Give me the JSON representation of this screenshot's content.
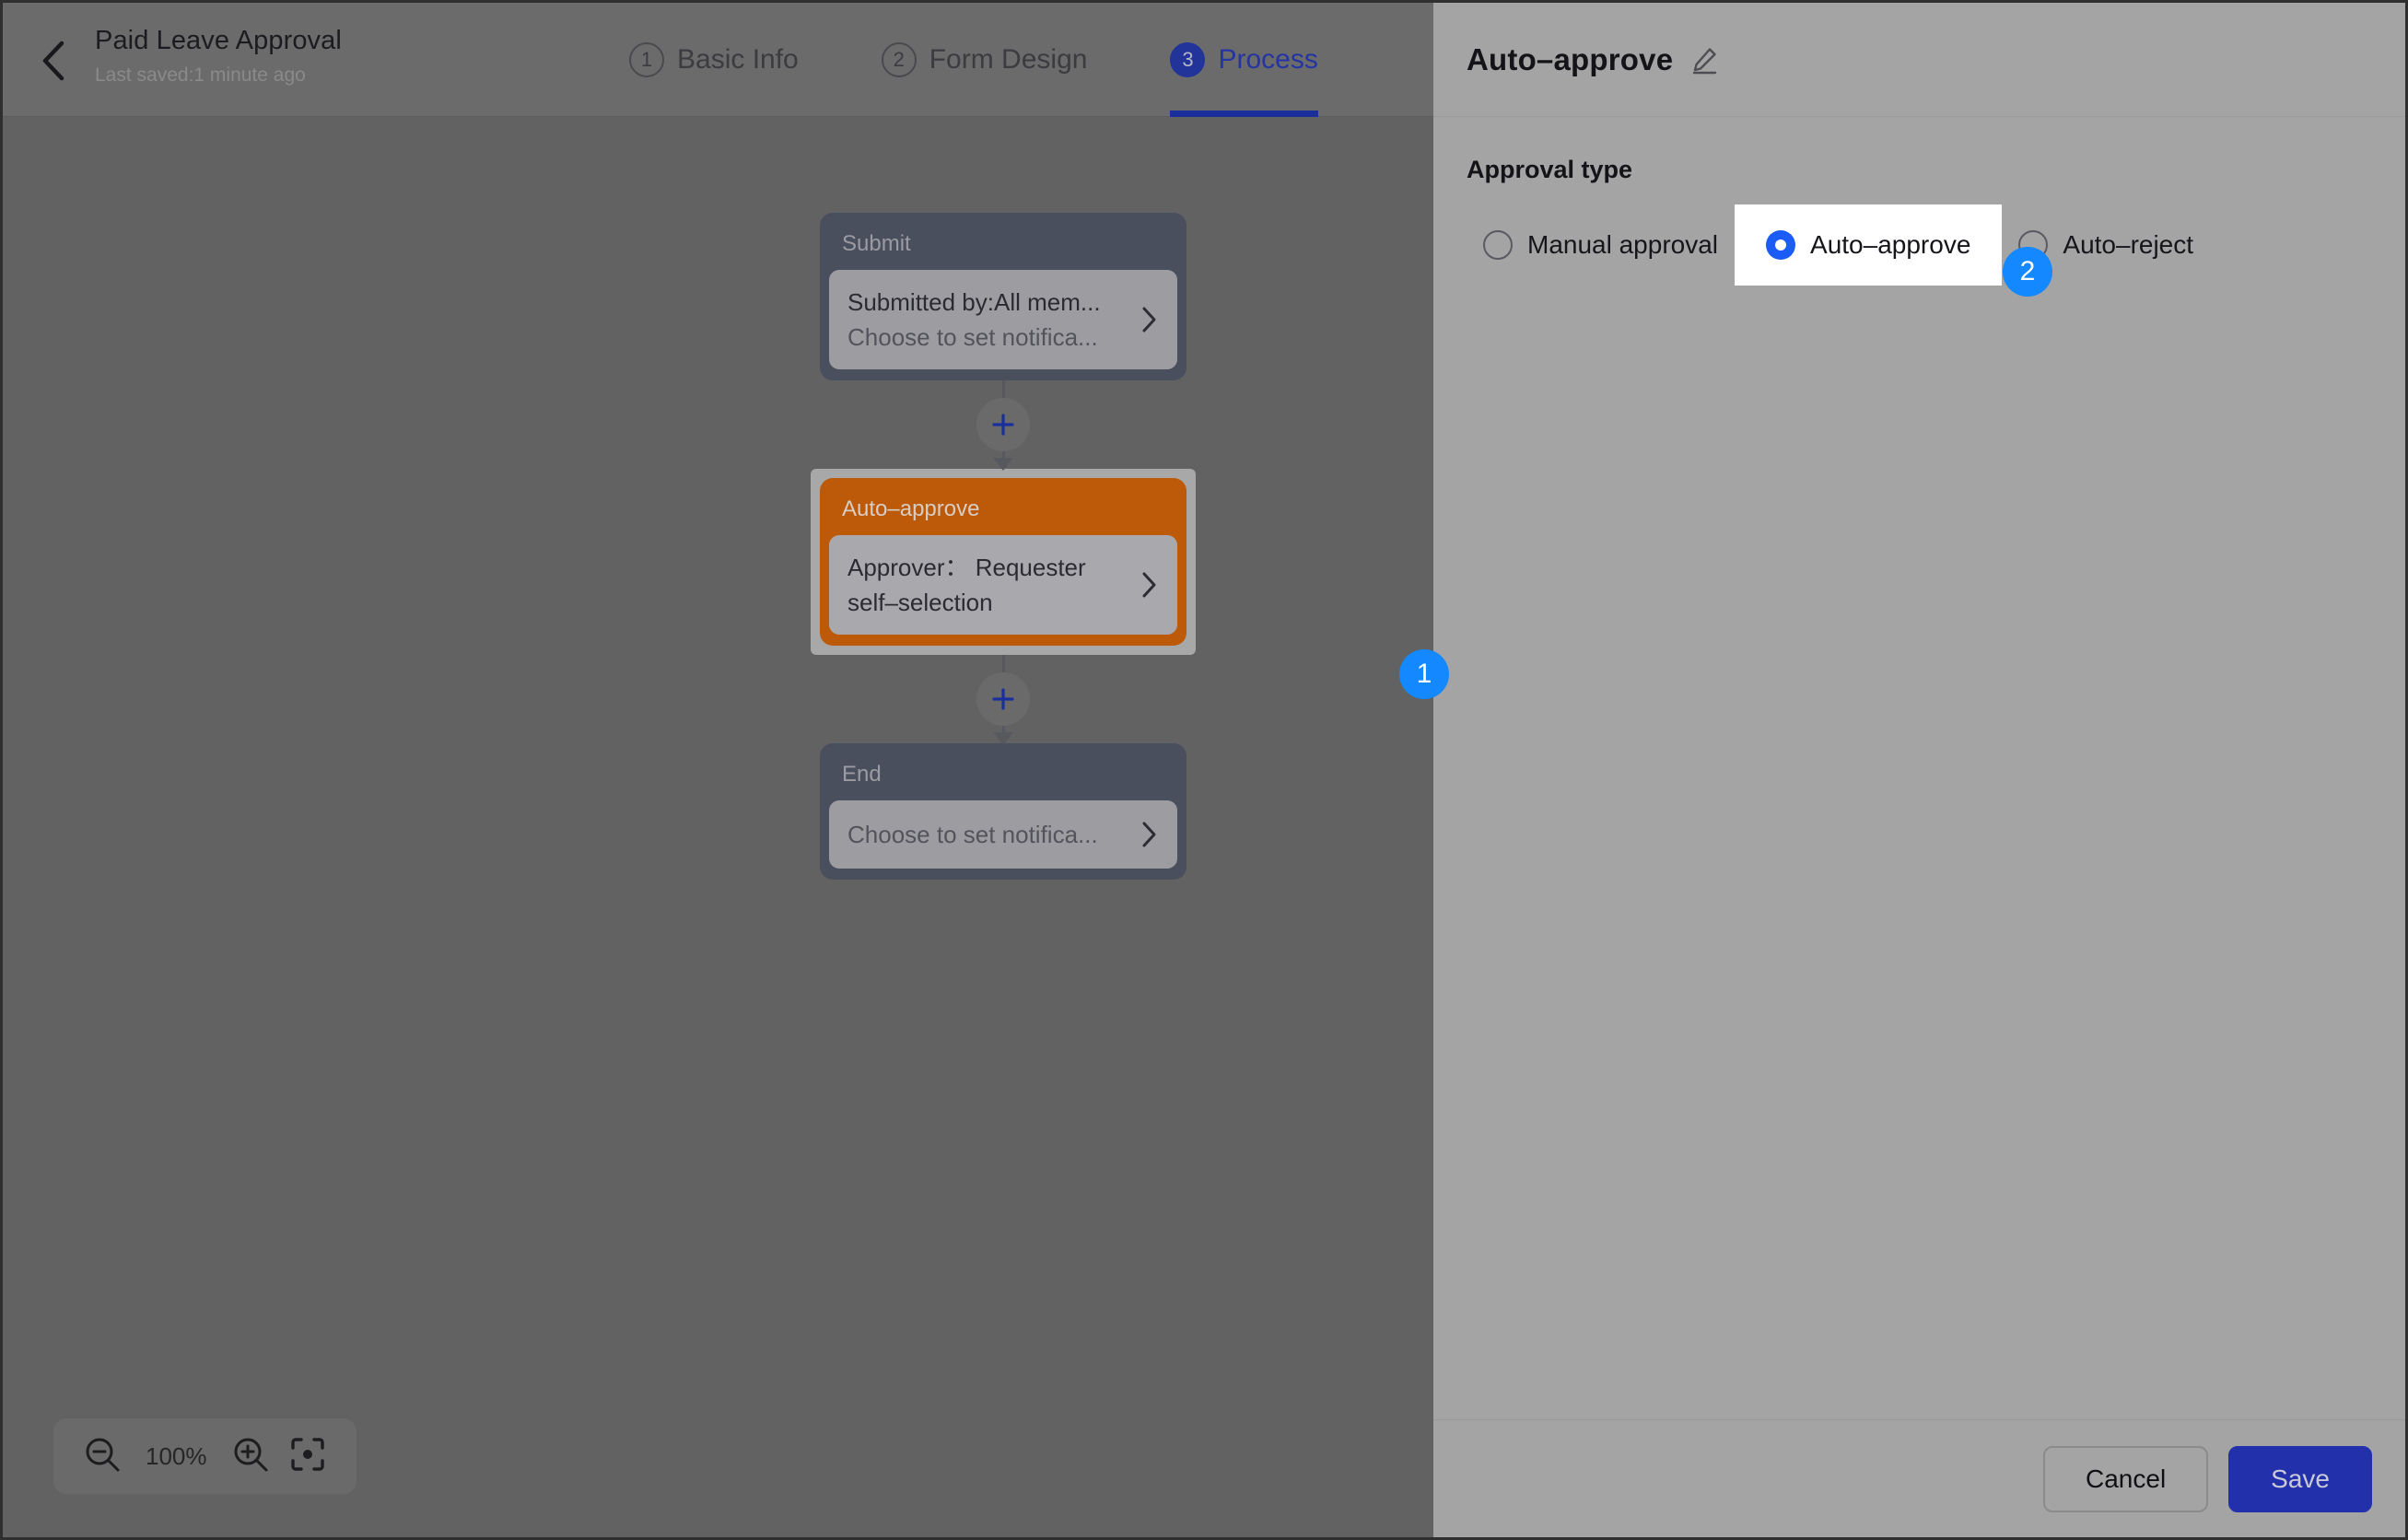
{
  "header": {
    "back_icon": "chevron-left-icon",
    "title": "Paid Leave Approval",
    "last_saved": "Last saved:1 minute ago",
    "tabs": [
      {
        "num": "1",
        "label": "Basic Info",
        "active": false
      },
      {
        "num": "2",
        "label": "Form Design",
        "active": false
      },
      {
        "num": "3",
        "label": "Process",
        "active": true
      }
    ]
  },
  "canvas": {
    "nodes": [
      {
        "id": "submit",
        "title": "Submit",
        "line1": "Submitted by:All mem...",
        "line2": "Choose to set notifica...",
        "chevron": "chevron-right-icon"
      },
      {
        "id": "auto-approve",
        "title": "Auto–approve",
        "line1": "Approver： Requester",
        "line2": "self–selection",
        "chevron": "chevron-right-icon",
        "selected": true,
        "header_color": "#bd5a09"
      },
      {
        "id": "end",
        "title": "End",
        "line1": "Choose to set notifica...",
        "line2": "",
        "chevron": "chevron-right-icon"
      }
    ],
    "add_button_label": "+",
    "zoom_toolbar": {
      "zoom_out_icon": "zoom-out-icon",
      "level": "100%",
      "zoom_in_icon": "zoom-in-icon",
      "fit_icon": "fit-to-screen-icon"
    }
  },
  "panel": {
    "title": "Auto–approve",
    "edit_icon": "pencil-edit-icon",
    "approval_type_label": "Approval type",
    "options": [
      {
        "label": "Manual approval",
        "selected": false,
        "highlighted": false
      },
      {
        "label": "Auto–approve",
        "selected": true,
        "highlighted": true
      },
      {
        "label": "Auto–reject",
        "selected": false,
        "highlighted": false
      }
    ],
    "cancel_label": "Cancel",
    "save_label": "Save"
  },
  "badges": [
    {
      "label": "1"
    },
    {
      "label": "2"
    }
  ],
  "colors": {
    "accent_blue": "#1388ff",
    "brand_blue": "#2230ab",
    "node_orange": "#bd5a09",
    "radio_blue": "#1a5cf5"
  }
}
